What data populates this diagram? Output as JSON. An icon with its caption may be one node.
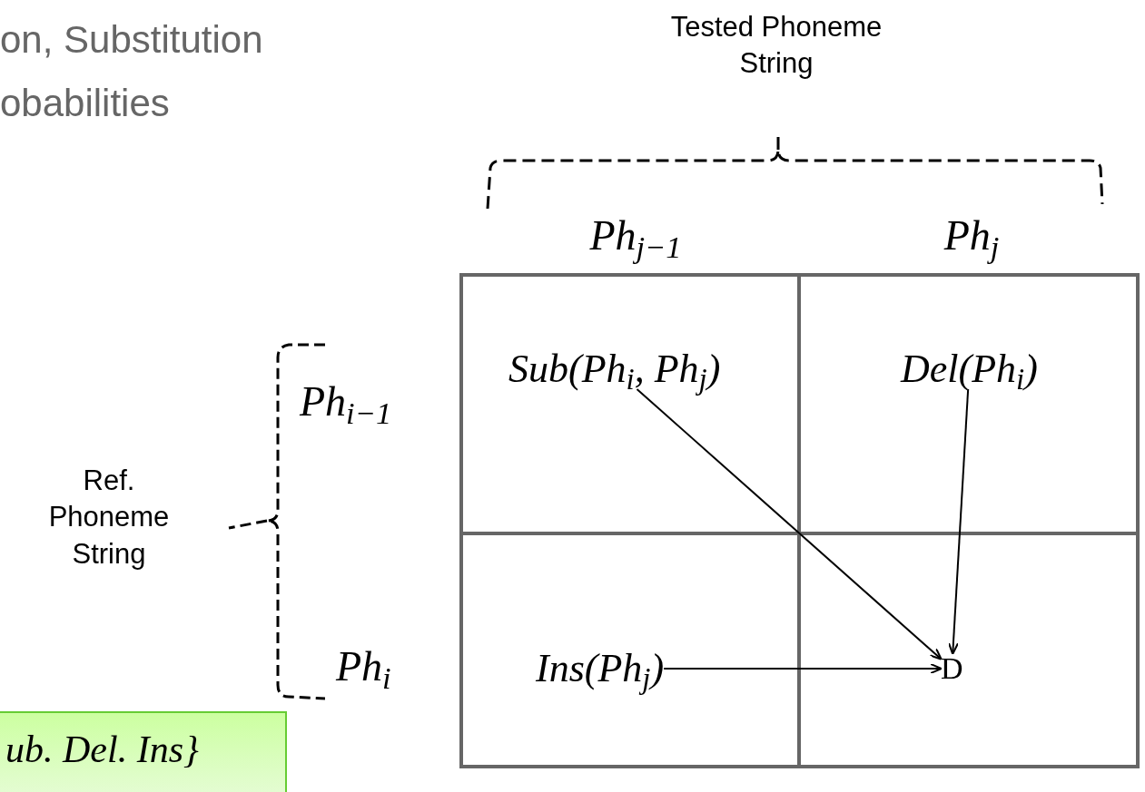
{
  "diagram": {
    "nodes": [
      {
        "text": [
          "Sub(Ph$_{i}$, Ph$_{j}$)"
        ]
      },
      {
        "text": [
          "Del(Ph$_{i}$)"
        ]
      },
      {
        "text": [
          "Ins(Ph$_{j}$)"
        ]
      },
      {
        "text": [
          "D"
        ]
      },
      {
        "text": [
          "ub. Del. Ins}"
        ]
      }
    ],
    "edges": [
      {
        "from": 0,
        "to": 3,
        "arrow": "to"
      },
      {
        "from": 1,
        "to": 3,
        "arrow": "to"
      },
      {
        "from": 2,
        "to": 3,
        "arrow": "to"
      }
    ],
    "labels": [
      "on, Substitution",
      "obabilities",
      "Tested Phoneme String",
      "Ph$_{j−1}$",
      "Ph$_{j}$",
      "Ref. Phoneme String",
      "Ph$_{i−1}$",
      "Ph$_{i}$"
    ]
  }
}
